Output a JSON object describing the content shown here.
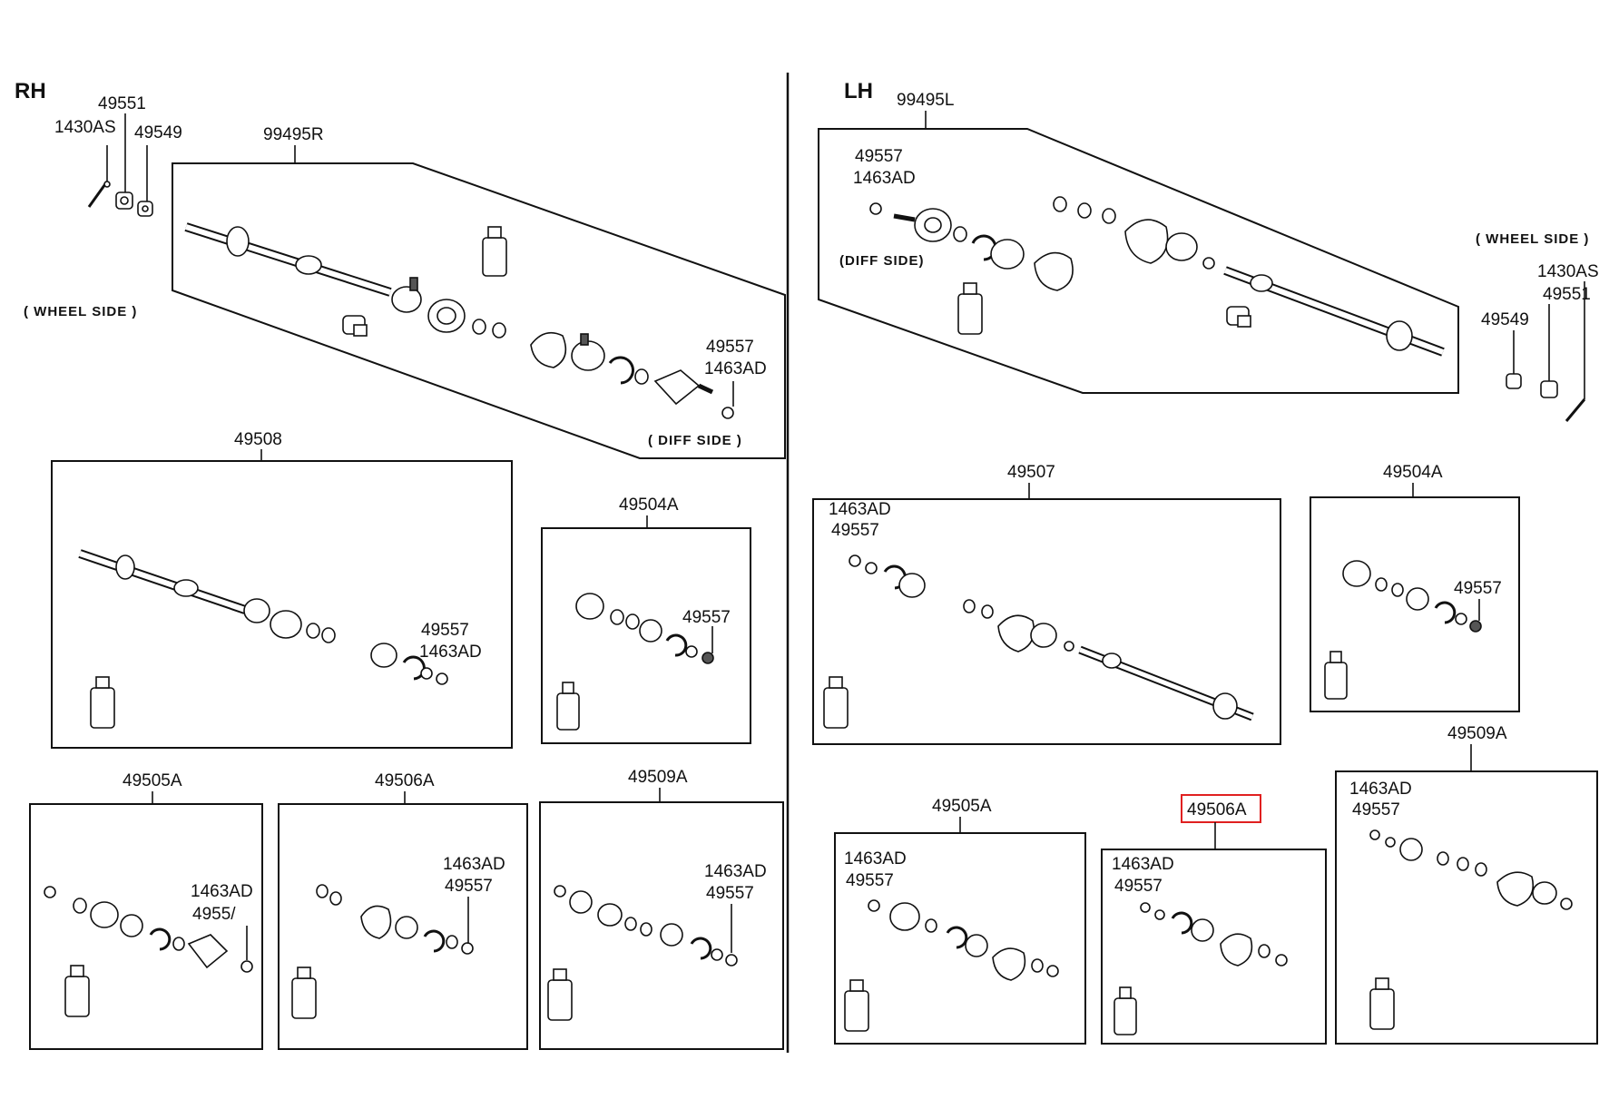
{
  "sides": {
    "rh": {
      "header": "RH",
      "wheel_side": "( WHEEL SIDE )",
      "diff_side": "( DIFF SIDE )"
    },
    "lh": {
      "header": "LH",
      "wheel_side": "( WHEEL SIDE )",
      "diff_side": "(DIFF SIDE)"
    }
  },
  "parts": {
    "p49551": "49551",
    "p1430AS": "1430AS",
    "p49549": "49549",
    "p49557": "49557",
    "p1463AD": "1463AD",
    "p99495R": "99495R",
    "p99495L": "99495L",
    "p49508": "49508",
    "p49507": "49507",
    "p49504A": "49504A",
    "p49505A": "49505A",
    "p49506A": "49506A",
    "p49506A_partial": "4955/",
    "p49509A": "49509A"
  },
  "highlighted_part": "49506A",
  "colors": {
    "highlight": "#e02020",
    "line": "#111111"
  }
}
